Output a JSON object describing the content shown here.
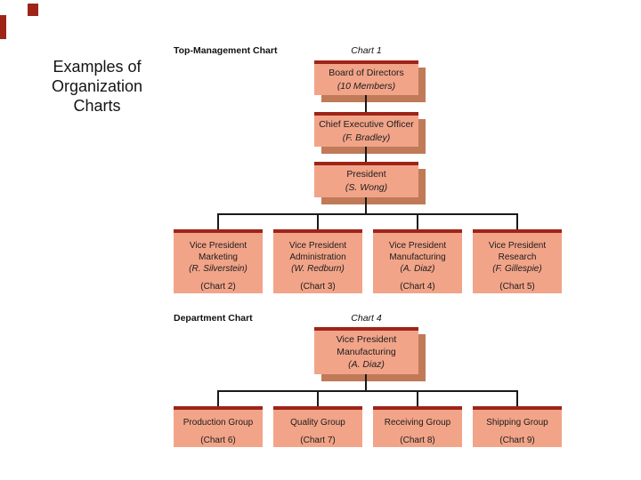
{
  "slide": {
    "title_lines": [
      "Examples of",
      "Organization",
      "Charts"
    ]
  },
  "colors": {
    "accent_red": "#9E2418",
    "box_fill": "#F2A489",
    "box_shadow": "#C07A58",
    "connector": "#191919"
  },
  "top_chart": {
    "section_label": "Top-Management Chart",
    "chart_ref": "Chart 1",
    "chain": [
      {
        "title": "Board of Directors",
        "subtitle": "(10 Members)"
      },
      {
        "title": "Chief Executive Officer",
        "subtitle": "(F. Bradley)"
      },
      {
        "title": "President",
        "subtitle": "(S. Wong)"
      }
    ],
    "vps": [
      {
        "role": "Vice President",
        "dept": "Marketing",
        "person": "(R. Silverstein)",
        "ref": "(Chart 2)"
      },
      {
        "role": "Vice President",
        "dept": "Administration",
        "person": "(W. Redburn)",
        "ref": "(Chart 3)"
      },
      {
        "role": "Vice President",
        "dept": "Manufacturing",
        "person": "(A. Diaz)",
        "ref": "(Chart 4)"
      },
      {
        "role": "Vice President",
        "dept": "Research",
        "person": "(F. Gillespie)",
        "ref": "(Chart 5)"
      }
    ]
  },
  "department_chart": {
    "section_label": "Department Chart",
    "chart_ref": "Chart 4",
    "root": {
      "role": "Vice President",
      "dept": "Manufacturing",
      "person": "(A. Diaz)"
    },
    "groups": [
      {
        "title": "Production Group",
        "ref": "(Chart 6)"
      },
      {
        "title": "Quality Group",
        "ref": "(Chart 7)"
      },
      {
        "title": "Receiving Group",
        "ref": "(Chart 8)"
      },
      {
        "title": "Shipping Group",
        "ref": "(Chart 9)"
      }
    ]
  }
}
